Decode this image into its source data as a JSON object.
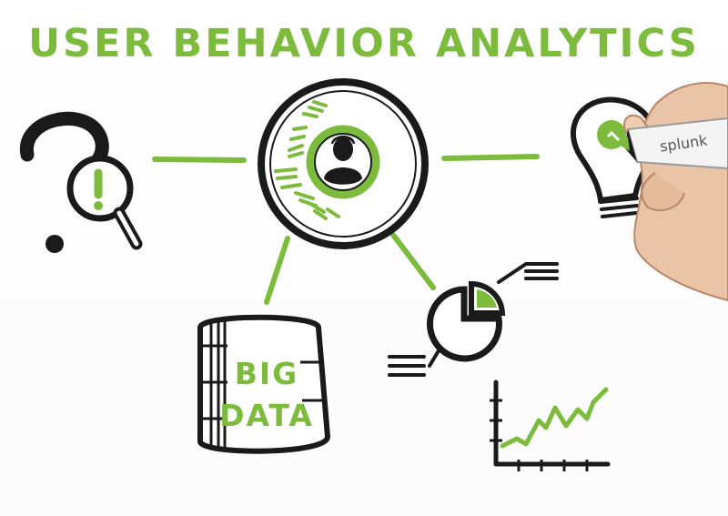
{
  "title": "USER BEHAVIOR ANALYTICS",
  "database_label": {
    "line1": "BIG",
    "line2": "DATA"
  },
  "marker_brand": "splunk",
  "colors": {
    "accent_green": "#7dbb3c",
    "ink": "#1a1a1a",
    "background": "#ffffff",
    "skin": "#e9c4a6"
  },
  "icons": {
    "question": "question-mark-icon",
    "magnifier": "magnifying-glass-icon",
    "user": "user-profile-icon",
    "lightbulb": "lightbulb-icon",
    "database": "database-icon",
    "pie": "pie-chart-icon",
    "line": "line-chart-icon",
    "hand": "hand-with-marker"
  }
}
